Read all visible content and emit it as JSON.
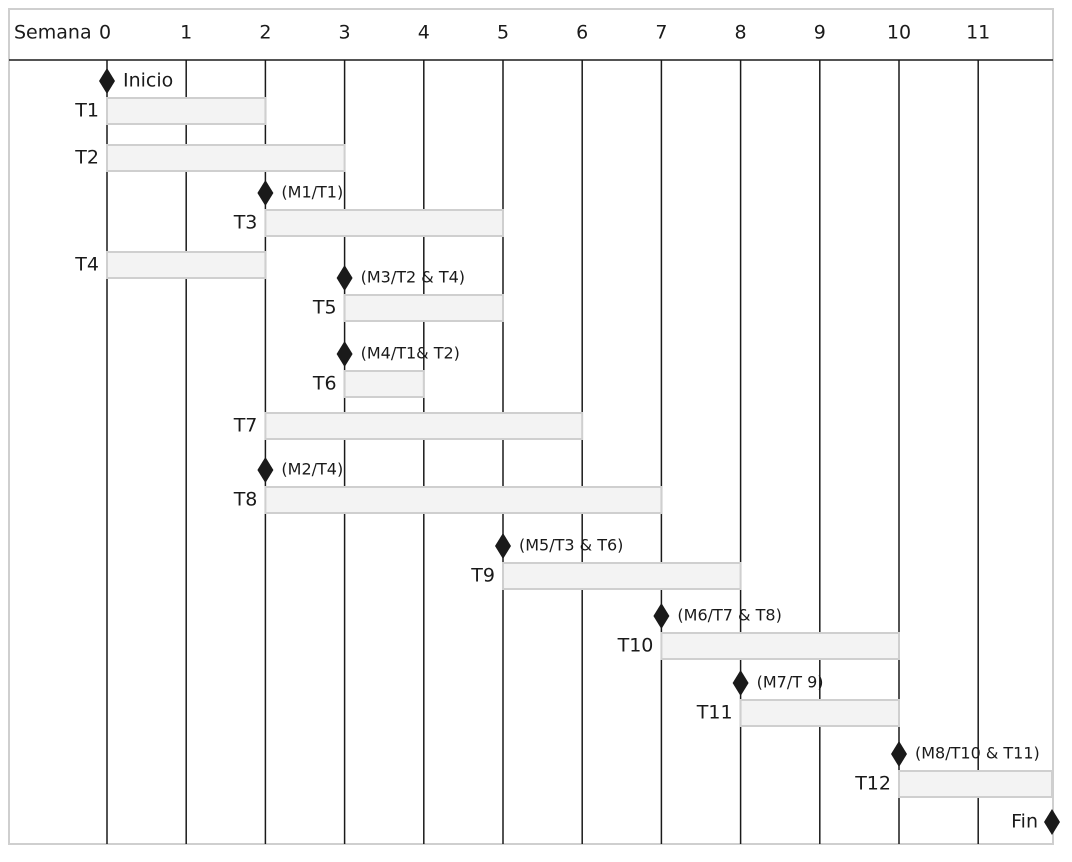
{
  "chart_data": {
    "type": "gantt",
    "axis_label": "Semana",
    "weeks": [
      "0",
      "1",
      "2",
      "3",
      "4",
      "5",
      "6",
      "7",
      "8",
      "9",
      "10",
      "11"
    ],
    "colors": {
      "bar_fill": "#f3f3f3",
      "bar_stroke": "#cfcfcf",
      "grid": "#1a1a1a",
      "frame": "#cfcfcf",
      "milestone": "#1a1a1a"
    },
    "start": {
      "label": "Inicio",
      "week": 0
    },
    "end": {
      "label": "Fin",
      "week": 12
    },
    "tasks": [
      {
        "name": "T1",
        "start": 0,
        "end": 2,
        "milestone": null
      },
      {
        "name": "T2",
        "start": 0,
        "end": 3,
        "milestone": null
      },
      {
        "name": "T3",
        "start": 2,
        "end": 5,
        "milestone": {
          "label": "(M1/T1)",
          "week": 2
        }
      },
      {
        "name": "T4",
        "start": 0,
        "end": 2,
        "milestone": null
      },
      {
        "name": "T5",
        "start": 3,
        "end": 5,
        "milestone": {
          "label": "(M3/T2 & T4)",
          "week": 3
        }
      },
      {
        "name": "T6",
        "start": 3,
        "end": 4,
        "milestone": {
          "label": "(M4/T1& T2)",
          "week": 3
        }
      },
      {
        "name": "T7",
        "start": 2,
        "end": 6,
        "milestone": null
      },
      {
        "name": "T8",
        "start": 2,
        "end": 7,
        "milestone": {
          "label": "(M2/T4)",
          "week": 2
        }
      },
      {
        "name": "T9",
        "start": 5,
        "end": 8,
        "milestone": {
          "label": "(M5/T3 & T6)",
          "week": 5
        }
      },
      {
        "name": "T10",
        "start": 7,
        "end": 10,
        "milestone": {
          "label": "(M6/T7 & T8)",
          "week": 7
        }
      },
      {
        "name": "T11",
        "start": 8,
        "end": 10,
        "milestone": {
          "label": "(M7/T 9)",
          "week": 8
        }
      },
      {
        "name": "T12",
        "start": 10,
        "end": 12,
        "milestone": {
          "label": "(M8/T10 & T11)",
          "week": 10
        }
      }
    ]
  }
}
